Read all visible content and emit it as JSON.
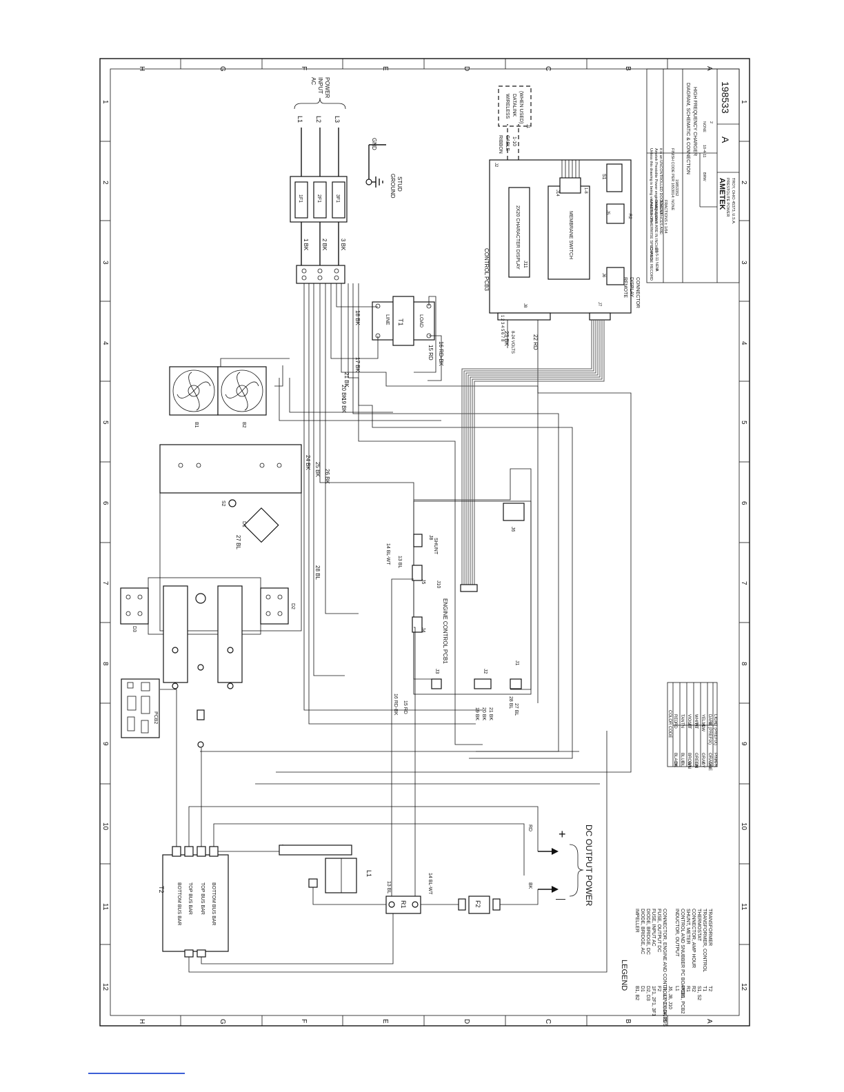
{
  "border": {
    "row_letters": [
      "H",
      "G",
      "F",
      "E",
      "D",
      "C",
      "B",
      "A"
    ],
    "col_numbers": [
      "1",
      "2",
      "3",
      "4",
      "5",
      "6",
      "7",
      "8",
      "9",
      "10",
      "11",
      "12"
    ]
  },
  "ac_input": {
    "lines": [
      "L1",
      "L2",
      "L3"
    ],
    "title": [
      "AC",
      "INPUT",
      "POWER"
    ],
    "fuses": [
      "1F1",
      "2F1",
      "3F1"
    ],
    "wires": [
      "1 BK",
      "2 BK",
      "3 BK"
    ],
    "gnd": "GND",
    "ground_stud": [
      "GROUND",
      "STUD"
    ]
  },
  "transformer": {
    "name": "T1",
    "line": "LINE",
    "load": "LOAD",
    "wires": [
      "18 BK",
      "17 BK",
      "21 BK",
      "20 BK",
      "19 BK",
      "15 RD",
      "16 RD-BK"
    ]
  },
  "fans": {
    "labels": [
      "B1",
      "B2"
    ]
  },
  "heatsink": {
    "wires": [
      "24 BK",
      "25 BK",
      "26 BK",
      "27 BL",
      "28 BL"
    ],
    "labels": [
      "S2",
      "D1",
      "D3",
      "D2"
    ]
  },
  "engine_control": {
    "title": "ENGINE CONTROL PCB1",
    "connectors": [
      "J10",
      "J8",
      "SHUNT",
      "J5",
      "J4",
      "J3",
      "J2",
      "J1",
      "J6"
    ],
    "wires": [
      "14 BL-WT",
      "13 BL",
      "16 RD-BK",
      "15 RD",
      "19 BK",
      "20 BK",
      "21 BK",
      "28 BL",
      "27 BL"
    ],
    "pcb2": "PCB2"
  },
  "control_pcb3": {
    "title": "CONTROL PCB3",
    "display": "2X20 CHARACTER DISPLAY",
    "j11": "J11",
    "membrane": "MEMBRANE SWITCH",
    "j14": "J14",
    "j14_pins": "1-8",
    "s1": "S1",
    "j5": "J5",
    "r2": "R2",
    "j6": "J6",
    "j7": "J7",
    "j8": "J8",
    "j2": "J2",
    "j1": "J1",
    "pins": "1 2 3 4 5 6 7 8",
    "remote": [
      "REMOTE",
      "DISPLAY",
      "CONNECTOR"
    ],
    "wires": [
      "23 BK",
      "8-24 VOLTS",
      "22 RD"
    ],
    "ribbon": [
      "RIBBON",
      "CABLE",
      "1-10"
    ],
    "wireless": [
      "WIRELESS",
      "DATALINK",
      "(WHEN USED)"
    ]
  },
  "dc_output": {
    "title": "DC OUTPUT POWER",
    "t2": "T2",
    "bus_bars": [
      "BOTTOM BUS BAR",
      "TOP BUS BAR",
      "TOP BUS BAR",
      "BOTTOM BUS BAR"
    ],
    "l1": "L1",
    "r1": "R1",
    "f2": "F2",
    "wires": [
      "13 BL",
      "14 BL-WT",
      "RD",
      "BK"
    ],
    "plus": "+",
    "minus": "—"
  },
  "legend": {
    "title": "LEGEND",
    "entries": [
      {
        "code": "B1, B2",
        "desc": "IMPELLER"
      },
      {
        "code": "D1",
        "desc": "DIODE, BRIDGE, AC"
      },
      {
        "code": "D2, D3",
        "desc": "DIODE, BRIDGE, DC"
      },
      {
        "code": "1F1, 2F1, 3F1",
        "desc": "FUSE, INPUT AC"
      },
      {
        "code": "F2",
        "desc": "FUSE, OUTPUT DC"
      },
      {
        "code": "J1, J2, J3, J4, J5",
        "desc": "CONNECTOR, ENGINE AND CONTROL PC BOARDS"
      },
      {
        "code": "J6, J8, J10",
        "desc": ""
      },
      {
        "code": "L1",
        "desc": "INDUCTOR, OUTPUT"
      },
      {
        "code": "PCB1, PCB2",
        "desc": "CONTROL AND SNUBBER PC BOARDS"
      },
      {
        "code": "R1",
        "desc": "SHUNT, METER"
      },
      {
        "code": "R2",
        "desc": "CONNECTOR, AMP HOUR"
      },
      {
        "code": "S1, S2",
        "desc": "THERMOSTAT"
      },
      {
        "code": "T1",
        "desc": "TRANSFORMER, CONTROL"
      },
      {
        "code": "T2",
        "desc": "TRANSFORMER"
      }
    ]
  },
  "color_code": {
    "title": "COLOR CODE",
    "rows": [
      [
        "BK",
        "BLACK",
        "RD",
        "RED"
      ],
      [
        "BL",
        "BLUE",
        "TN",
        "TAN"
      ],
      [
        "BR",
        "BROWN",
        "VT",
        "VIOLET"
      ],
      [
        "GN",
        "GREEN",
        "WT",
        "WHITE"
      ],
      [
        "GY",
        "GRAY",
        "YL",
        "YELLOW"
      ],
      [
        "OR",
        "ORANGE",
        "D",
        "DARK (PREFIX)"
      ],
      [
        "PK",
        "PINK",
        "L",
        "LIGHT (PREFIX)"
      ]
    ]
  },
  "title_block": {
    "change_record": "CHANGE RECORD",
    "rev_row": [
      "A",
      "NEW",
      "10-5-11"
    ],
    "tolerance_note": [
      "UNLESS OTHERWISE SPECIFIED:",
      "DIMENSIONS ARE IN INCHES",
      "TOLERANCES ARE:",
      "FRACTIONS ± 1/64"
    ],
    "copyright": [
      "Unless this drawing is being viewed from the",
      "Ametek Prestolite Power engineering system",
      "it is an UNCONTROLLED DOCUMENT"
    ],
    "finish_code": "FINISH CODE PER 1653014: NONE",
    "part_no": "19853352",
    "title": [
      "DIAGRAM, SCHEMATIC & CONNECTION",
      "HIGH FREQUENCY CHARGER"
    ],
    "drawn": "BRW",
    "date": "10-4-11",
    "scale": "NONE",
    "sheet": "2",
    "company": "AMETEK",
    "division": "PRESTOLITE POWER",
    "address": "TROY, OHIO 45373, U.S.A.",
    "rev": "A",
    "dwg_no": "198533"
  }
}
